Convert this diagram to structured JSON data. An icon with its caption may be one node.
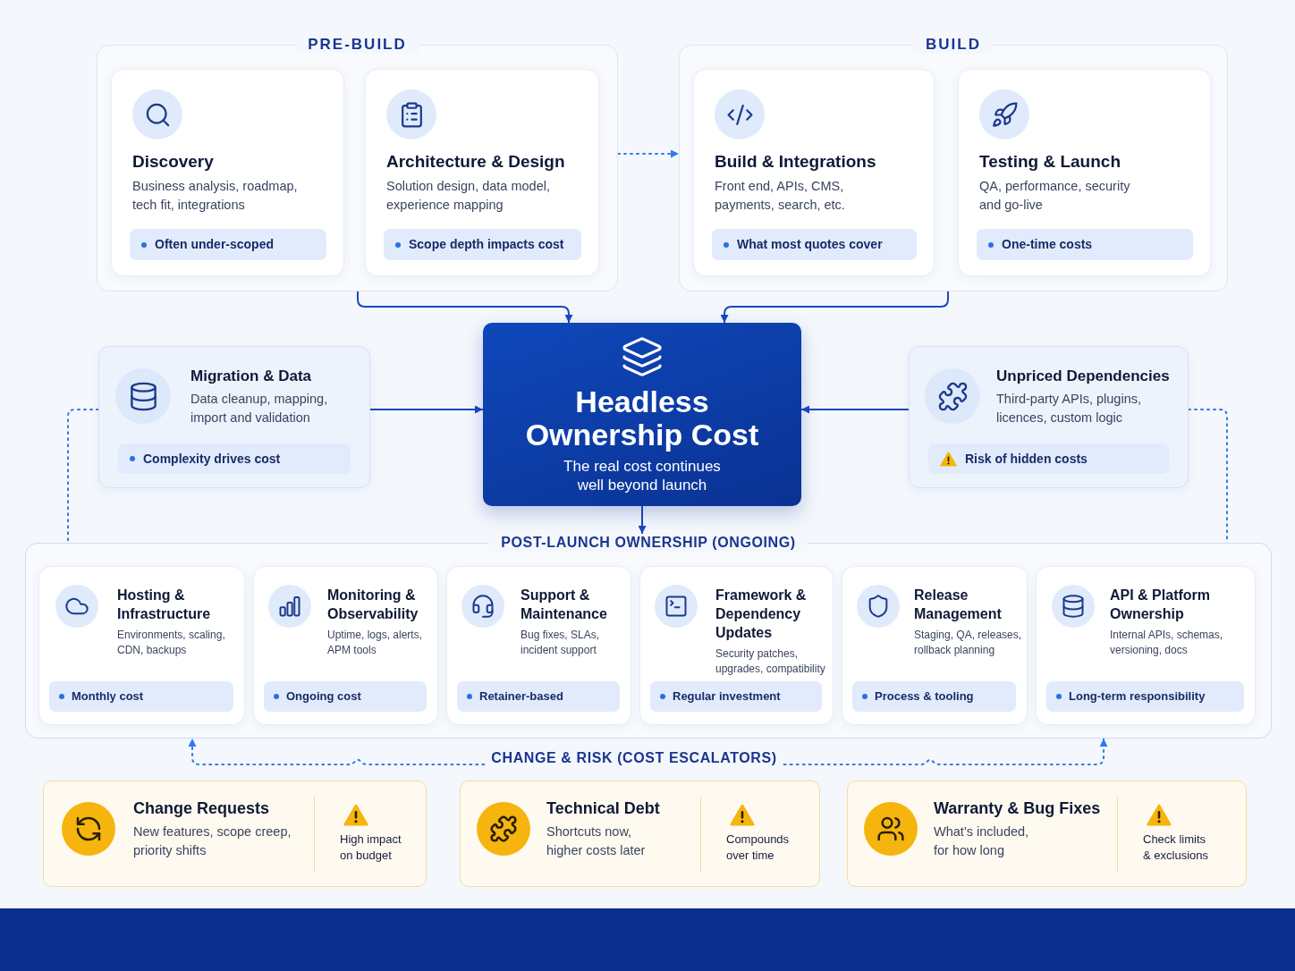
{
  "diagram": {
    "nodes": [
      {
        "text": [
          "PRE-BUILD"
        ]
      },
      {
        "text": [
          "Discovery",
          "Business analysis, roadmap, tech fit, integrations",
          "Often under-scoped"
        ],
        "in": 0
      },
      {
        "text": [
          "Architecture & Design",
          "Solution design, data model, experience mapping",
          "Scope depth impacts cost"
        ],
        "in": 0
      },
      {
        "text": [
          "BUILD"
        ]
      },
      {
        "text": [
          "Build & Integrations",
          "Front end, APIs, CMS, payments, search, etc.",
          "What most quotes cover"
        ],
        "in": 3
      },
      {
        "text": [
          "Testing & Launch",
          "QA, performance, security and go-live",
          "One-time costs"
        ],
        "in": 3
      },
      {
        "text": [
          "Migration & Data",
          "Data cleanup, mapping, import and validation",
          "Complexity drives cost"
        ]
      },
      {
        "text": [
          "Headless Ownership Cost",
          "The real cost continues well beyond launch"
        ]
      },
      {
        "text": [
          "Unpriced Dependencies",
          "Third-party APIs, plugins, licences, custom logic",
          "Risk of hidden costs"
        ]
      },
      {
        "text": [
          "POST-LAUNCH OWNERSHIP (ONGOING)"
        ]
      },
      {
        "text": [
          "Hosting & Infrastructure",
          "Environments, scaling, CDN, backups",
          "Monthly cost"
        ],
        "in": 9
      },
      {
        "text": [
          "Monitoring & Observability",
          "Uptime, logs, alerts, APM tools",
          "Ongoing cost"
        ],
        "in": 9
      },
      {
        "text": [
          "Support & Maintenance",
          "Bug fixes, SLAs, incident support",
          "Retainer-based"
        ],
        "in": 9
      },
      {
        "text": [
          "Framework & Dependency Updates",
          "Security patches, upgrades, compatibility",
          "Regular investment"
        ],
        "in": 9
      },
      {
        "text": [
          "Release Management",
          "Staging, QA, releases, rollback planning",
          "Process & tooling"
        ],
        "in": 9
      },
      {
        "text": [
          "API & Platform Ownership",
          "Internal APIs, schemas, versioning, docs",
          "Long-term responsibility"
        ],
        "in": 9
      },
      {
        "text": [
          "CHANGE & RISK (COST ESCALATORS)"
        ]
      },
      {
        "text": [
          "Change Requests",
          "New features, scope creep, priority shifts",
          "High impact on budget"
        ]
      },
      {
        "text": [
          "Technical Debt",
          "Shortcuts now, higher costs later",
          "Compounds over time"
        ]
      },
      {
        "text": [
          "Warranty & Bug Fixes",
          "What’s included, for how long",
          "Check limits & exclusions"
        ]
      }
    ],
    "edges": [
      {
        "from": 0,
        "to": 3,
        "arrow": "to",
        "style": "dashed",
        "color": "#2f7be8"
      },
      {
        "from": 0,
        "to": 7,
        "arrow": "to"
      },
      {
        "from": 3,
        "to": 7,
        "arrow": "to"
      },
      {
        "from": 6,
        "to": 7,
        "arrow": "to"
      },
      {
        "from": 8,
        "to": 7,
        "arrow": "to"
      },
      {
        "from": 7,
        "to": 9,
        "arrow": "to"
      },
      {
        "from": 6,
        "to": 9,
        "arrow": "none",
        "style": "dashed",
        "color": "#2f7be8"
      },
      {
        "from": 8,
        "to": 9,
        "arrow": "none",
        "style": "dashed",
        "color": "#2f7be8"
      },
      {
        "from": 16,
        "to": 9,
        "arrow": "to",
        "style": "dashed",
        "color": "#2f7be8"
      },
      {
        "from": 16,
        "to": 9,
        "arrow": "to",
        "style": "dashed",
        "color": "#2f7be8"
      }
    ]
  }
}
